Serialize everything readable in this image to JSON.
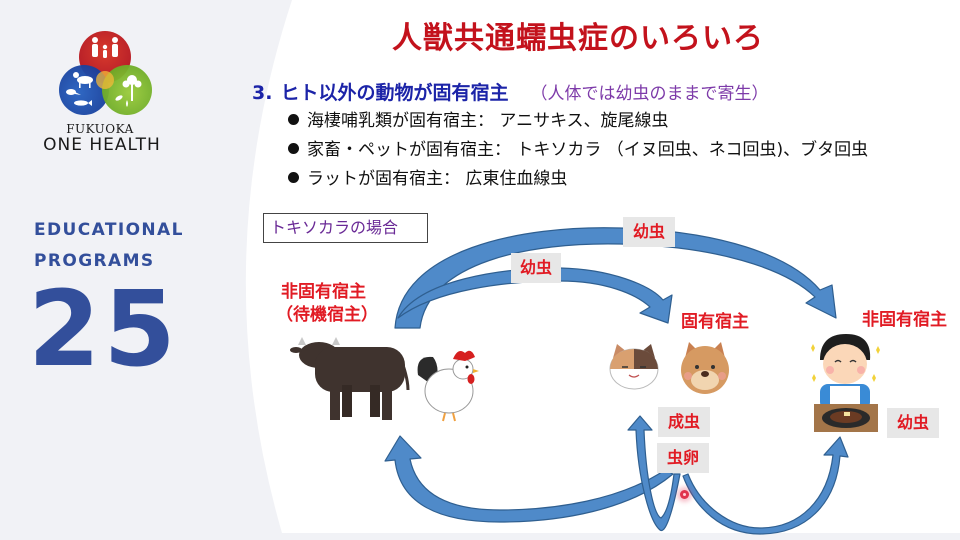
{
  "branding": {
    "logo_line1": "FUKUOKA",
    "logo_line2": "ONE HEALTH",
    "program_label_line1": "EDUCATIONAL",
    "program_label_line2": "PROGRAMS",
    "program_number": "25",
    "colors": {
      "accent_blue": "#334f9b",
      "logo_red": "#c7262b",
      "logo_blue": "#1f4fb0",
      "logo_green": "#7dbb2a"
    }
  },
  "slide": {
    "title": "人獣共通蠕虫症のいろいろ",
    "section": {
      "number": "3.",
      "heading": "ヒト以外の動物が固有宿主",
      "note": "（人体では幼虫のままで寄生）"
    },
    "bullets": [
      "海棲哺乳類が固有宿主： アニサキス、旋尾線虫",
      "家畜・ペットが固有宿主： トキソカラ （イヌ回虫、ネコ回虫)、ブタ回虫",
      "ラットが固有宿主： 広東住血線虫"
    ],
    "case_label": "トキソカラの場合",
    "diagram": {
      "paratenic_host_line1": "非固有宿主",
      "paratenic_host_line2": "（待機宿主）",
      "definitive_host": "固有宿主",
      "non_definitive_host": "非固有宿主",
      "arrow_label_larva_top": "幼虫",
      "arrow_label_larva_mid": "幼虫",
      "label_adult": "成虫",
      "label_egg": "虫卵",
      "label_larva_human": "幼虫",
      "illustrations": [
        "cow",
        "chicken",
        "cat",
        "dog",
        "boy-eating-steak"
      ],
      "colors": {
        "arrow_fill": "#4f8ac9",
        "arrow_stroke": "#2f5f90",
        "label_red": "#e11b24",
        "label_box_bg": "#e7e7e7"
      }
    }
  }
}
